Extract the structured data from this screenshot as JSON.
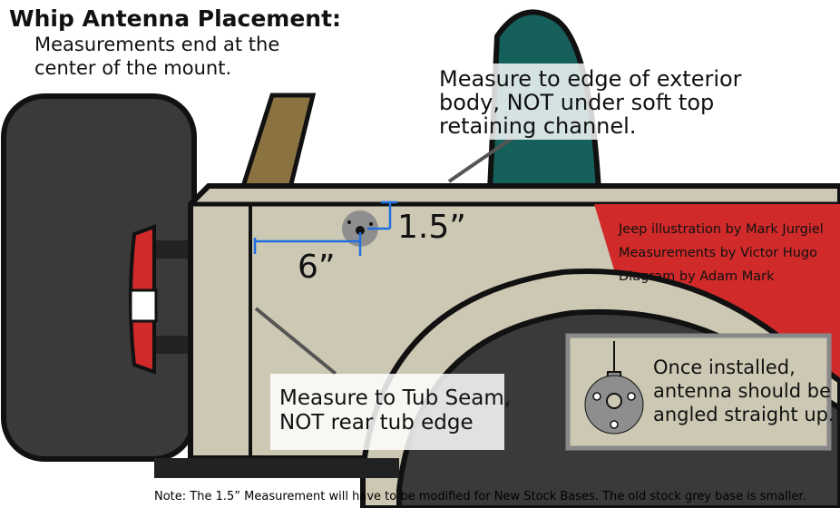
{
  "title": "Whip Antenna Placement:",
  "subtitle": "Measurements end at the center of the mount.",
  "callouts": {
    "top": [
      "Measure to edge of exterior",
      "body, NOT under soft top",
      "retaining channel."
    ],
    "seam": [
      "Measure to Tub Seam,",
      "NOT rear tub edge"
    ]
  },
  "credits": [
    "Jeep illustration by Mark Jurgiel",
    "Measurements by Victor Hugo",
    "Diagram by Adam Mark"
  ],
  "dimensions": {
    "vertical": "1.5”",
    "horizontal": "6”"
  },
  "inset": {
    "text": [
      "Once installed,",
      "antenna should be",
      "angled straight up."
    ]
  },
  "note": "Note: The 1.5” Measurement will have to be modified for New Stock Bases. The old stock grey base is smaller.",
  "colors": {
    "body": "#cdc8b3",
    "outline": "#111111",
    "red": "#d12a2a",
    "tire": "#3a3a3a",
    "teal": "#15605a",
    "tan": "#8b7341",
    "dimension": "#1f6fe0",
    "mount": "#8e8e8e",
    "inset_bg": "#cdc8b3"
  }
}
